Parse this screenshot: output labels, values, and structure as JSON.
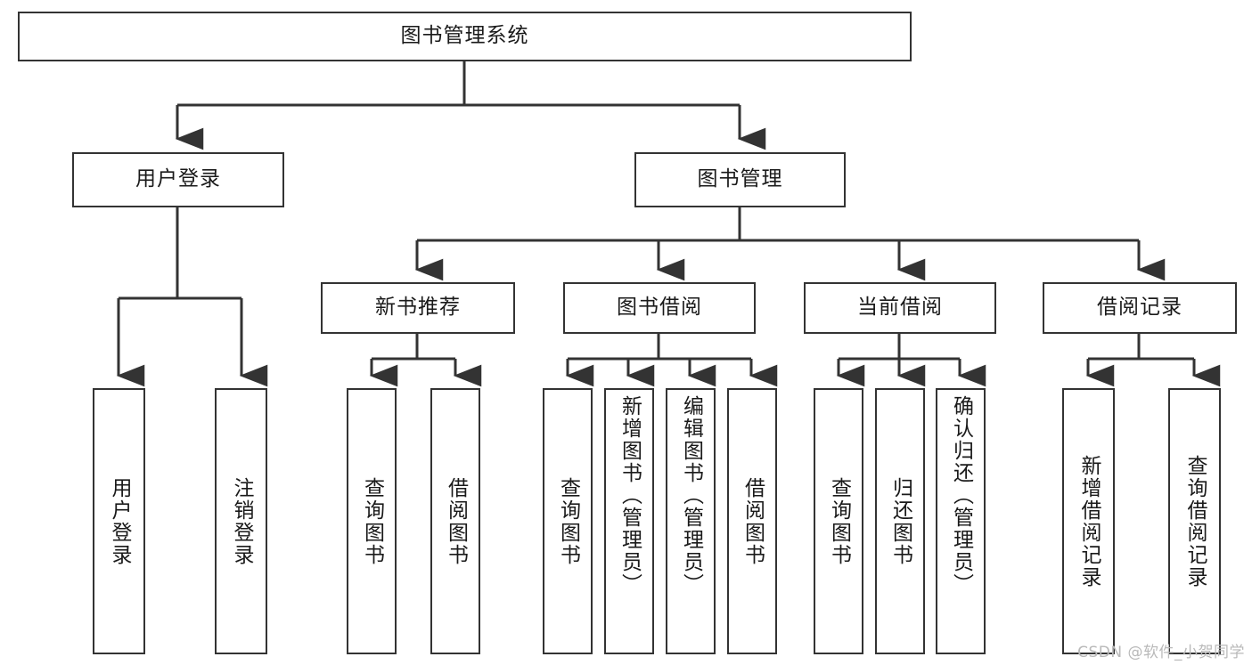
{
  "diagram": {
    "title": "图书管理系统",
    "type": "tree-structure-chart",
    "stroke_color": "#333333",
    "fill_color": "#ffffff",
    "text_color": "#1a1a1a"
  },
  "root": {
    "label": "图书管理系统"
  },
  "level2": [
    {
      "label": "用户登录"
    },
    {
      "label": "图书管理"
    }
  ],
  "level3": [
    {
      "label": "新书推荐"
    },
    {
      "label": "图书借阅"
    },
    {
      "label": "当前借阅"
    },
    {
      "label": "借阅记录"
    }
  ],
  "leaves": {
    "user_login": [
      {
        "label": "用户登录"
      },
      {
        "label": "注销登录"
      }
    ],
    "new_book_recommend": [
      {
        "label": "查询图书"
      },
      {
        "label": "借阅图书"
      }
    ],
    "book_borrow": [
      {
        "label": "查询图书"
      },
      {
        "label": "新增图书（管理员）"
      },
      {
        "label": "编辑图书（管理员）"
      },
      {
        "label": "借阅图书"
      }
    ],
    "current_borrow": [
      {
        "label": "查询图书"
      },
      {
        "label": "归还图书"
      },
      {
        "label": "确认归还（管理员）"
      }
    ],
    "borrow_record": [
      {
        "label": "新增借阅记录"
      },
      {
        "label": "查询借阅记录"
      }
    ]
  },
  "watermark": {
    "text": "CSDN @软件_小贺同学"
  }
}
